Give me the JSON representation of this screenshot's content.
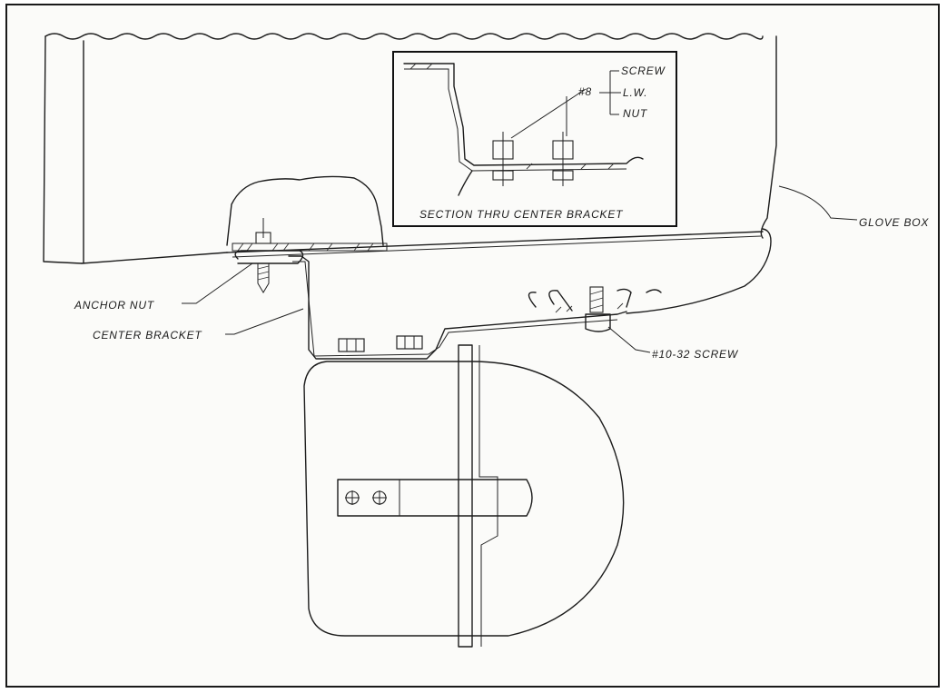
{
  "labels": {
    "screw": "SCREW",
    "lw": "L.W.",
    "nut": "NUT",
    "num8": "#8",
    "section_title": "SECTION THRU CENTER BRACKET",
    "glove_box": "GLOVE BOX",
    "anchor_nut": "ANCHOR NUT",
    "center_bracket": "CENTER BRACKET",
    "screw_10_32": "#10-32 SCREW"
  },
  "colors": {
    "ink": "#1c1c1c",
    "paper": "#fbfbf9"
  }
}
